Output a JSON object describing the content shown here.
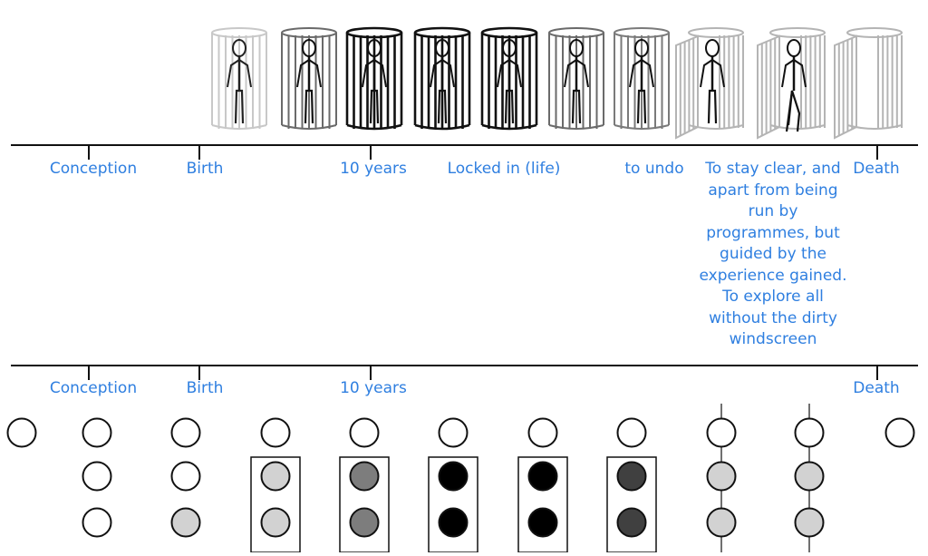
{
  "colors": {
    "label": "#2f7fe0",
    "line": "#111111",
    "cage_light": "#c8c8c8",
    "cage_mid": "#6a6a6a",
    "cage_dark": "#111111",
    "cage_fade": "#b4b4b4",
    "circle_empty": "#ffffff",
    "circle_light": "#d2d2d2",
    "circle_mid": "#7d7d7d",
    "circle_dark": "#404040",
    "circle_black": "#000000"
  },
  "top_timeline": {
    "labels": {
      "conception": "Conception",
      "birth": "Birth",
      "ten_years": "10 years",
      "locked_in": "Locked in (life)",
      "to_undo": "to undo",
      "stay_clear": "To stay clear, and apart from being run by programmes, but guided by the experience gained. To explore all without the dirty windscreen",
      "death": "Death"
    }
  },
  "cages": [
    {
      "shade": "light",
      "state": "closed",
      "figure": "standing"
    },
    {
      "shade": "mid",
      "state": "closed",
      "figure": "standing"
    },
    {
      "shade": "dark",
      "state": "closed",
      "figure": "standing"
    },
    {
      "shade": "dark",
      "state": "closed",
      "figure": "standing"
    },
    {
      "shade": "dark",
      "state": "closed",
      "figure": "standing"
    },
    {
      "shade": "mid",
      "state": "closed",
      "figure": "standing"
    },
    {
      "shade": "mid-light",
      "state": "closed",
      "figure": "standing"
    },
    {
      "shade": "fade",
      "state": "opening",
      "figure": "standing"
    },
    {
      "shade": "fade",
      "state": "open",
      "figure": "stepping-out"
    },
    {
      "shade": "fade",
      "state": "open",
      "figure": "none"
    }
  ],
  "bottom_timeline": {
    "labels": {
      "conception": "Conception",
      "birth": "Birth",
      "ten_years": "10 years",
      "death": "Death"
    }
  },
  "circle_columns": [
    {
      "top": "empty",
      "middle": null,
      "bottom": null,
      "boxed": false,
      "vline": false
    },
    {
      "top": "empty",
      "middle": "empty",
      "bottom": "empty",
      "boxed": false,
      "vline": false
    },
    {
      "top": "empty",
      "middle": "empty",
      "bottom": "light",
      "boxed": false,
      "vline": false
    },
    {
      "top": "empty",
      "middle": "light",
      "bottom": "light",
      "boxed": true,
      "vline": false
    },
    {
      "top": "empty",
      "middle": "mid",
      "bottom": "mid",
      "boxed": true,
      "vline": false
    },
    {
      "top": "empty",
      "middle": "black",
      "bottom": "black",
      "boxed": true,
      "vline": false
    },
    {
      "top": "empty",
      "middle": "black",
      "bottom": "black",
      "boxed": true,
      "vline": false
    },
    {
      "top": "empty",
      "middle": "dark",
      "bottom": "dark",
      "boxed": true,
      "vline": false
    },
    {
      "top": "empty",
      "middle": "light",
      "bottom": "light",
      "boxed": false,
      "vline": true
    },
    {
      "top": "empty",
      "middle": "light",
      "bottom": "light",
      "boxed": false,
      "vline": true
    },
    {
      "top": "empty",
      "middle": null,
      "bottom": null,
      "boxed": false,
      "vline": false
    }
  ]
}
